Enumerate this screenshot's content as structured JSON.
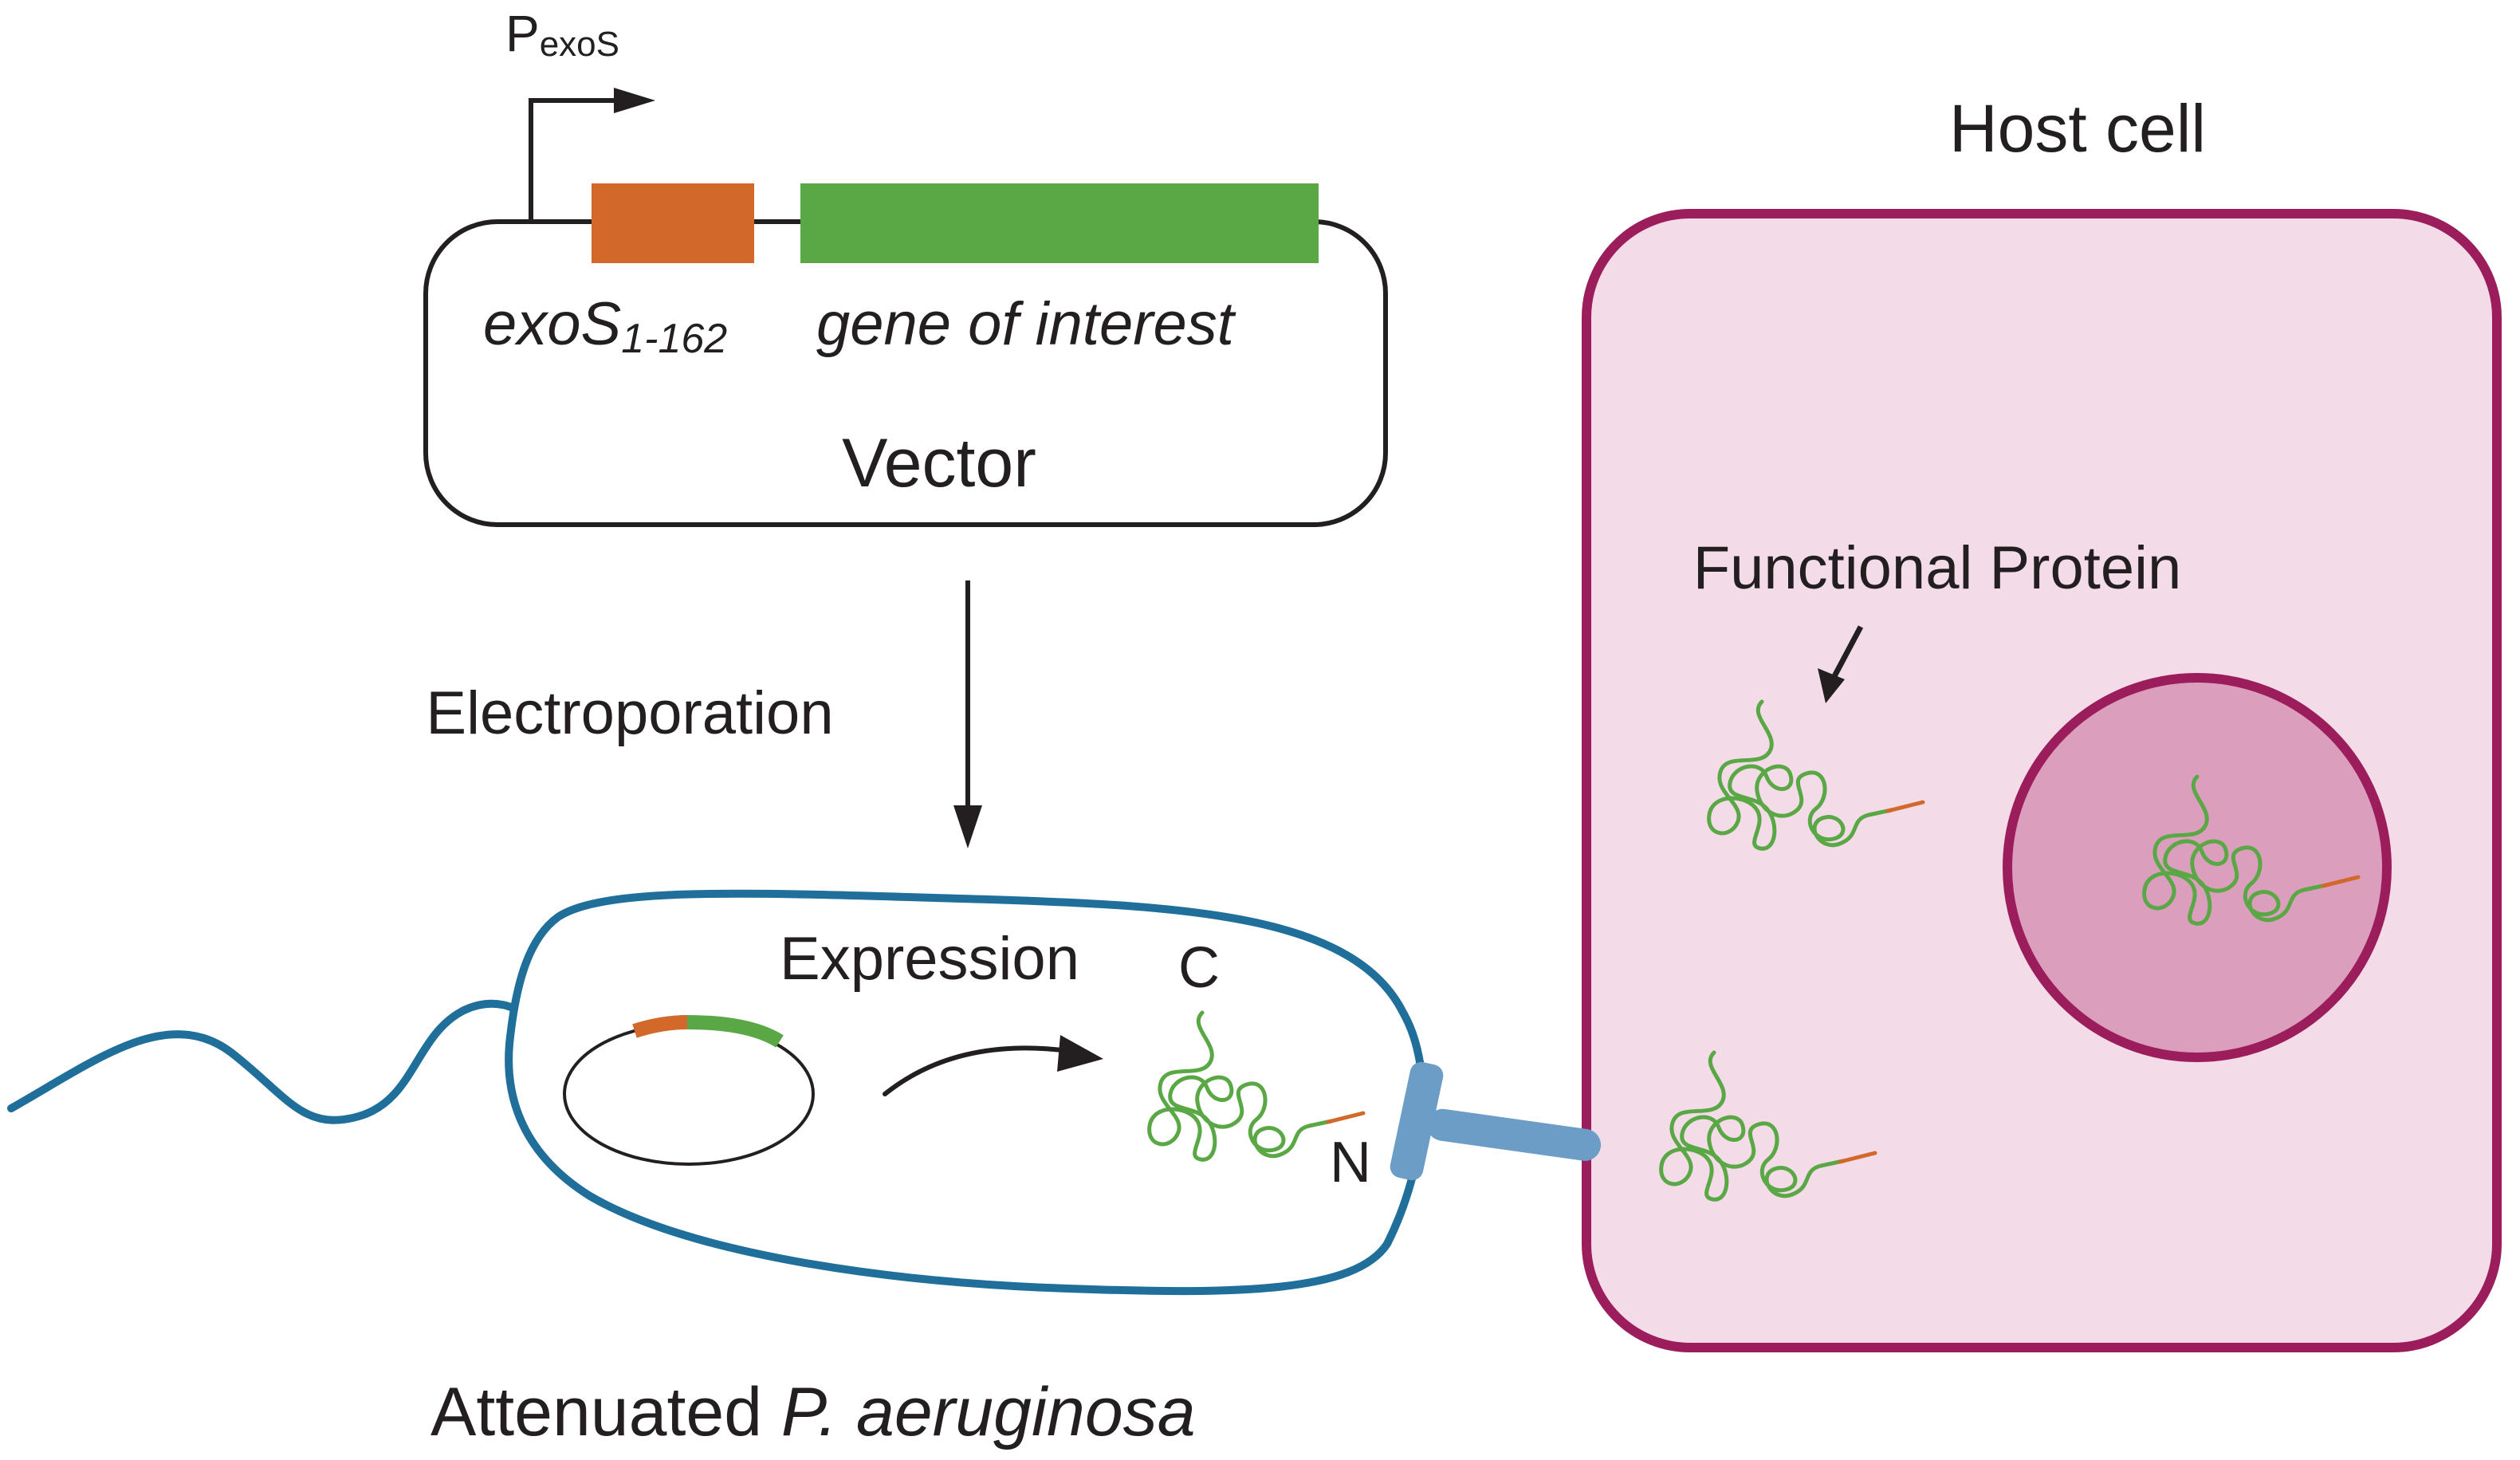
{
  "labels": {
    "promoter_main": "P",
    "promoter_sub": "exoS",
    "host_cell": "Host cell",
    "exos_main": "exoS",
    "exos_sub": "1-162",
    "gene_of_interest": "gene of interest",
    "vector": "Vector",
    "functional_protein": "Functional Protein",
    "electroporation": "Electroporation",
    "expression": "Expression",
    "c_terminus": "C",
    "n_terminus": "N",
    "caption_plain": "Attenuated ",
    "caption_italic": "P. aeruginosa"
  },
  "colors": {
    "exos_segment": "#d2692b",
    "gene_segment": "#5aa845",
    "bacterium_outline": "#1f6f9a",
    "secretion_needle": "#6b9dc6",
    "host_membrane": "#9c1d5c",
    "host_cytoplasm": "#f3dbe7",
    "nucleus_fill": "#dc9ebd",
    "protein_chain": "#5aa845",
    "protein_tail": "#d2692b",
    "arrow": "#231f20"
  }
}
